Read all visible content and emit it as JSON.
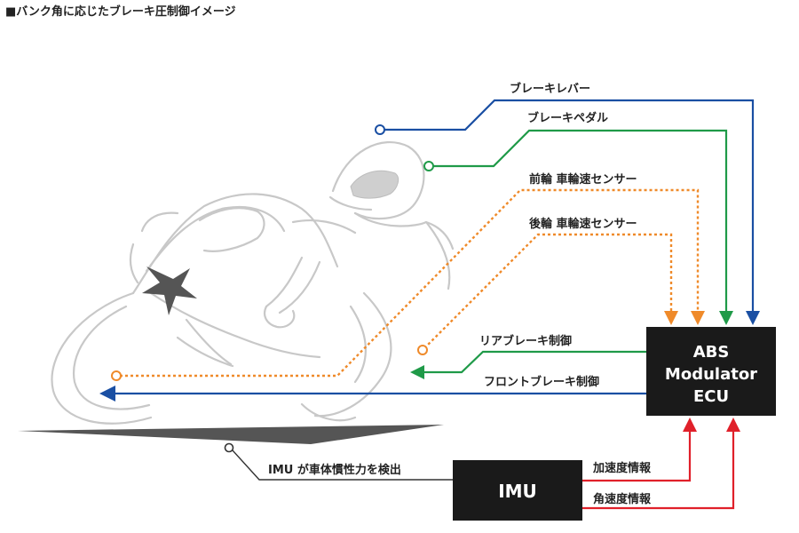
{
  "header": {
    "title": "■バンク角に応じたブレーキ圧制御イメージ"
  },
  "ecu": {
    "line1": "ABS",
    "line2": "Modulator",
    "line3": "ECU"
  },
  "imu": {
    "label": "IMU",
    "caption": "IMU が車体慣性力を検出"
  },
  "inputs": {
    "brake_lever": "ブレーキレバー",
    "brake_pedal": "ブレーキペダル",
    "front_wheel_speed_sensor": "前輪 車輪速センサー",
    "rear_wheel_speed_sensor": "後輪 車輪速センサー"
  },
  "outputs": {
    "rear_brake_control": "リアブレーキ制御",
    "front_brake_control": "フロントブレーキ制御"
  },
  "imu_signals": {
    "acceleration_info": "加速度情報",
    "angular_velocity_info": "角速度情報"
  },
  "colors": {
    "blue": "#1a4fa3",
    "green": "#1f9a48",
    "orange": "#ef8a2a",
    "red": "#e0202a",
    "box": "#1a1a1a",
    "rider_outline": "#c8c8c8",
    "shadow": "#555555"
  }
}
